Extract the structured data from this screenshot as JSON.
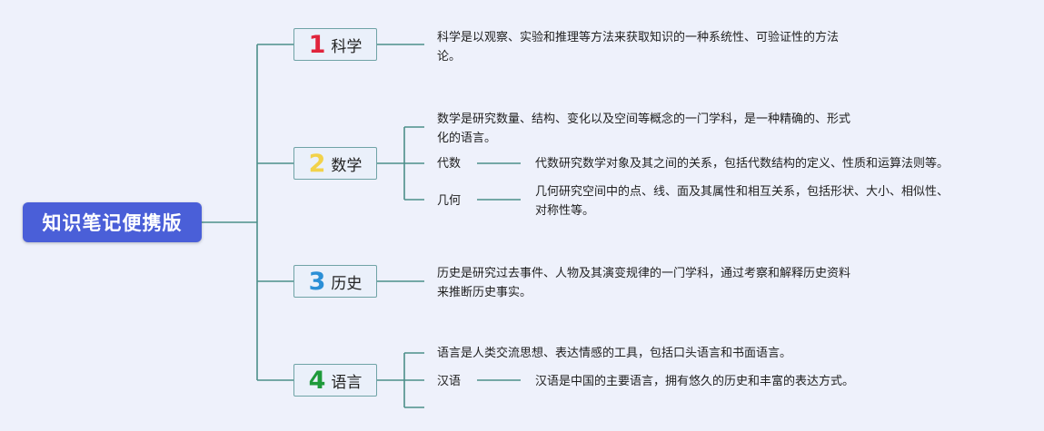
{
  "root": {
    "label": "知识笔记便携版",
    "color": "#4a5fd8"
  },
  "branches": [
    {
      "number": "1",
      "number_color": "#e0243c",
      "label": "科学",
      "description": [
        "科学是以观察、实验和推理等方法来获取知识的一种系统性、可验证性的方法",
        "论。"
      ]
    },
    {
      "number": "2",
      "number_color": "#f2d24a",
      "label": "数学",
      "description": [
        "数学是研究数量、结构、变化以及空间等概念的一门学科，是一种精确的、形式",
        "化的语言。"
      ],
      "children": [
        {
          "label": "代数",
          "description": [
            "代数研究数学对象及其之间的关系，包括代数结构的定义、性质和运算法则等。"
          ]
        },
        {
          "label": "几何",
          "description": [
            "几何研究空间中的点、线、面及其属性和相互关系，包括形状、大小、相似性、",
            "对称性等。"
          ]
        }
      ]
    },
    {
      "number": "3",
      "number_color": "#2b8fd6",
      "label": "历史",
      "description": [
        "历史是研究过去事件、人物及其演变规律的一门学科，通过考察和解释历史资料",
        "来推断历史事实。"
      ]
    },
    {
      "number": "4",
      "number_color": "#1e9a3a",
      "label": "语言",
      "description": [
        "语言是人类交流思想、表达情感的工具，包括口头语言和书面语言。"
      ],
      "children": [
        {
          "label": "汉语",
          "description": [
            "汉语是中国的主要语言，拥有悠久的历史和丰富的表达方式。"
          ]
        }
      ]
    }
  ]
}
